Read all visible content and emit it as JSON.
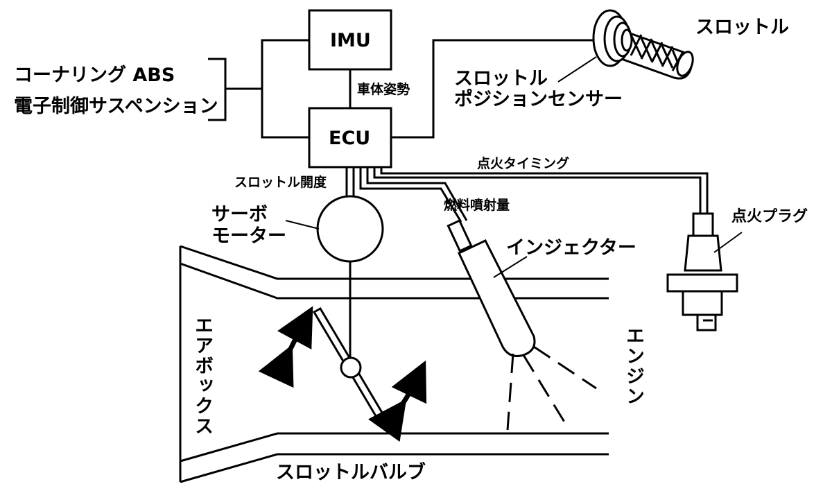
{
  "blocks": {
    "imu": "IMU",
    "ecu": "ECU"
  },
  "labels": {
    "cornering_abs": "コーナリング ABS",
    "electronic_suspension": "電子制御サスペンション",
    "body_posture": "車体姿勢",
    "throttle_grip": "スロットル",
    "tps_line1": "スロットル",
    "tps_line2": "ポジションセンサー",
    "ignition_timing": "点火タイミング",
    "throttle_opening": "スロットル開度",
    "fuel_injection_amount": "燃料噴射量",
    "servo_line1": "サーボ",
    "servo_line2": "モーター",
    "injector": "インジェクター",
    "spark_plug": "点火プラグ",
    "airbox": "エアボックス",
    "engine": "エンジン",
    "throttle_valve": "スロットルバルブ"
  },
  "colors": {
    "ink": "#000000",
    "background": "#ffffff"
  }
}
